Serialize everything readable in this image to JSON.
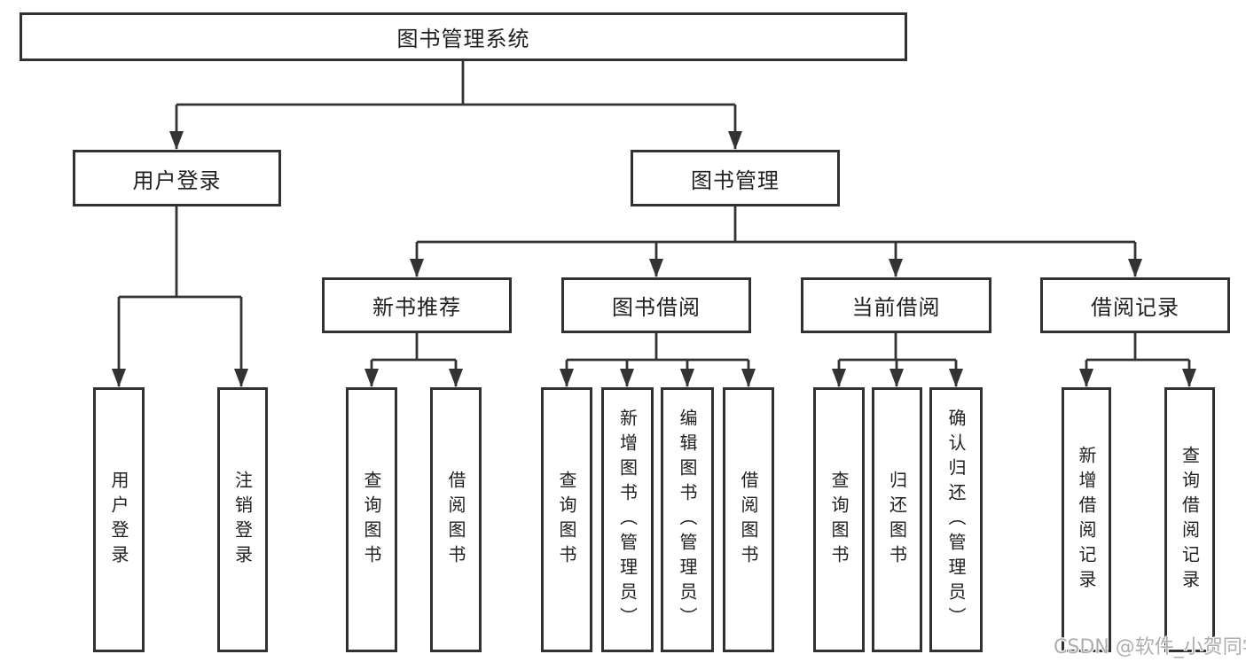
{
  "diagram": {
    "title": "图书管理系统",
    "root": {
      "label": "图书管理系统"
    },
    "level2": [
      {
        "label": "用户登录"
      },
      {
        "label": "图书管理"
      }
    ],
    "level3": [
      {
        "label": "新书推荐"
      },
      {
        "label": "图书借阅"
      },
      {
        "label": "当前借阅"
      },
      {
        "label": "借阅记录"
      }
    ],
    "leaves": {
      "user_login": [
        {
          "label": "用户登录"
        },
        {
          "label": "注销登录"
        }
      ],
      "new_book": [
        {
          "label": "查询图书"
        },
        {
          "label": "借阅图书"
        }
      ],
      "book_borrow": [
        {
          "label": "查询图书"
        },
        {
          "label": "新增图书（管理员）"
        },
        {
          "label": "编辑图书（管理员）"
        },
        {
          "label": "借阅图书"
        }
      ],
      "current_borrow": [
        {
          "label": "查询图书"
        },
        {
          "label": "归还图书"
        },
        {
          "label": "确认归还（管理员）"
        }
      ],
      "borrow_record": [
        {
          "label": "新增借阅记录"
        },
        {
          "label": "查询借阅记录"
        }
      ]
    },
    "watermark": "CSDN @软件_小贺同学",
    "colors": {
      "line": "#333333",
      "box_border": "#313131",
      "text": "#1f1f1f",
      "watermark": "#aeaeae",
      "background": "#ffffff"
    }
  }
}
